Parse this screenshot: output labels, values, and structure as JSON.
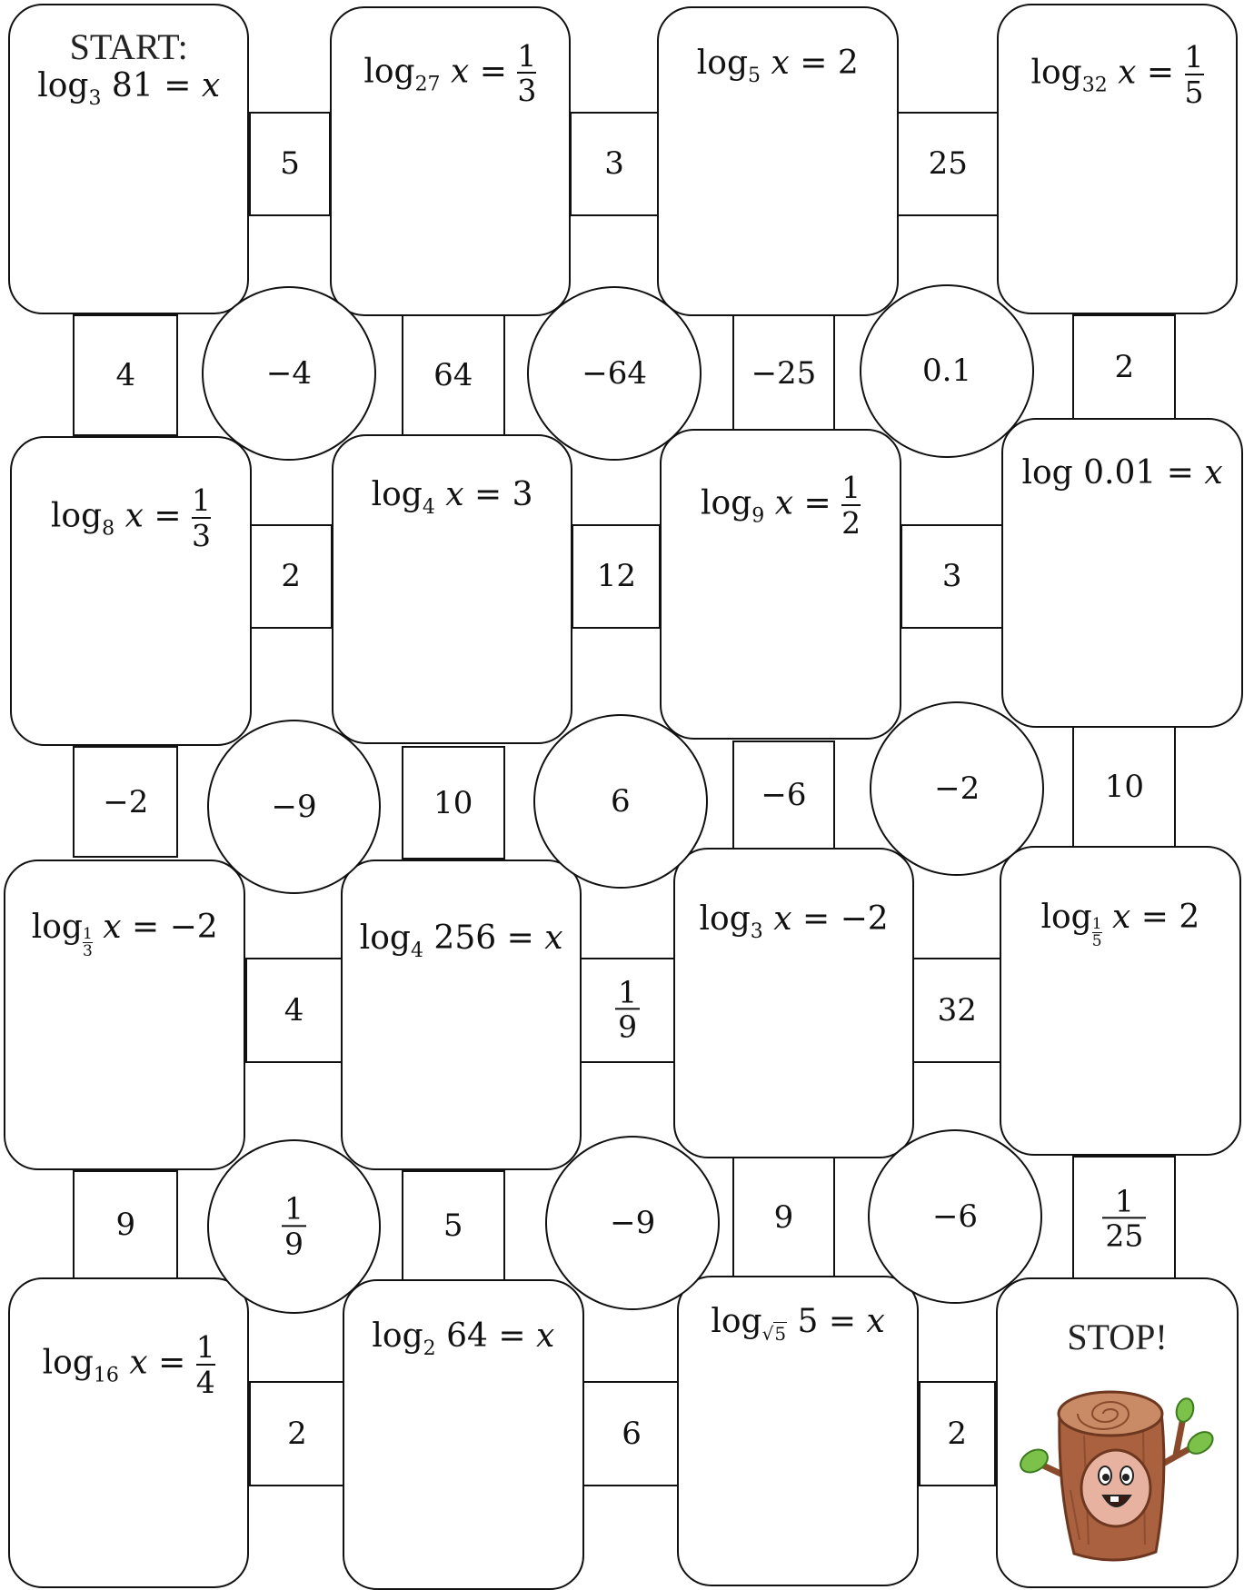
{
  "start_label": "START:",
  "stop_label": "STOP!",
  "boxes": [
    {
      "base": "3",
      "arg": "81",
      "rhs": "x"
    },
    {
      "base": "27",
      "var": "x",
      "num": "1",
      "den": "3"
    },
    {
      "base": "5",
      "var": "x",
      "rhs": "2"
    },
    {
      "base": "32",
      "var": "x",
      "num": "1",
      "den": "5"
    },
    {
      "base": "8",
      "var": "x",
      "num": "1",
      "den": "3"
    },
    {
      "base": "4",
      "var": "x",
      "rhs": "3"
    },
    {
      "base": "9",
      "var": "x",
      "num": "1",
      "den": "2"
    },
    {
      "arg": "0.01",
      "rhs": "x",
      "log": "log"
    },
    {
      "base_num": "1",
      "base_den": "3",
      "var": "x",
      "rhs": "−2"
    },
    {
      "base": "4",
      "arg": "256",
      "rhs": "x"
    },
    {
      "base": "3",
      "var": "x",
      "rhs": "−2"
    },
    {
      "base_num": "1",
      "base_den": "5",
      "var": "x",
      "rhs": "2"
    },
    {
      "base": "16",
      "var": "x",
      "num": "1",
      "den": "4"
    },
    {
      "base": "2",
      "arg": "64",
      "rhs": "x"
    },
    {
      "base_sqrt": "5",
      "arg": "5",
      "rhs": "x"
    }
  ],
  "log_word": "log",
  "equals": "=",
  "horizontal_connectors": [
    "5",
    "3",
    "25",
    "2",
    "12",
    "3",
    "4",
    "1/9",
    "32",
    "2",
    "6",
    "2"
  ],
  "vertical_connectors": [
    "4",
    "64",
    "−25",
    "2",
    "−2",
    "10",
    "−6",
    "10",
    "9",
    "5",
    "9",
    "1/25"
  ],
  "circles": [
    "−4",
    "−64",
    "0.1",
    "−9",
    "6",
    "−2",
    "1/9",
    "−9",
    "−6"
  ],
  "colors": {
    "ink": "#111111",
    "bark": "#a9613f",
    "bark_light": "#c98a66",
    "leaf": "#7cc14a",
    "face": "#e7b3a0"
  }
}
